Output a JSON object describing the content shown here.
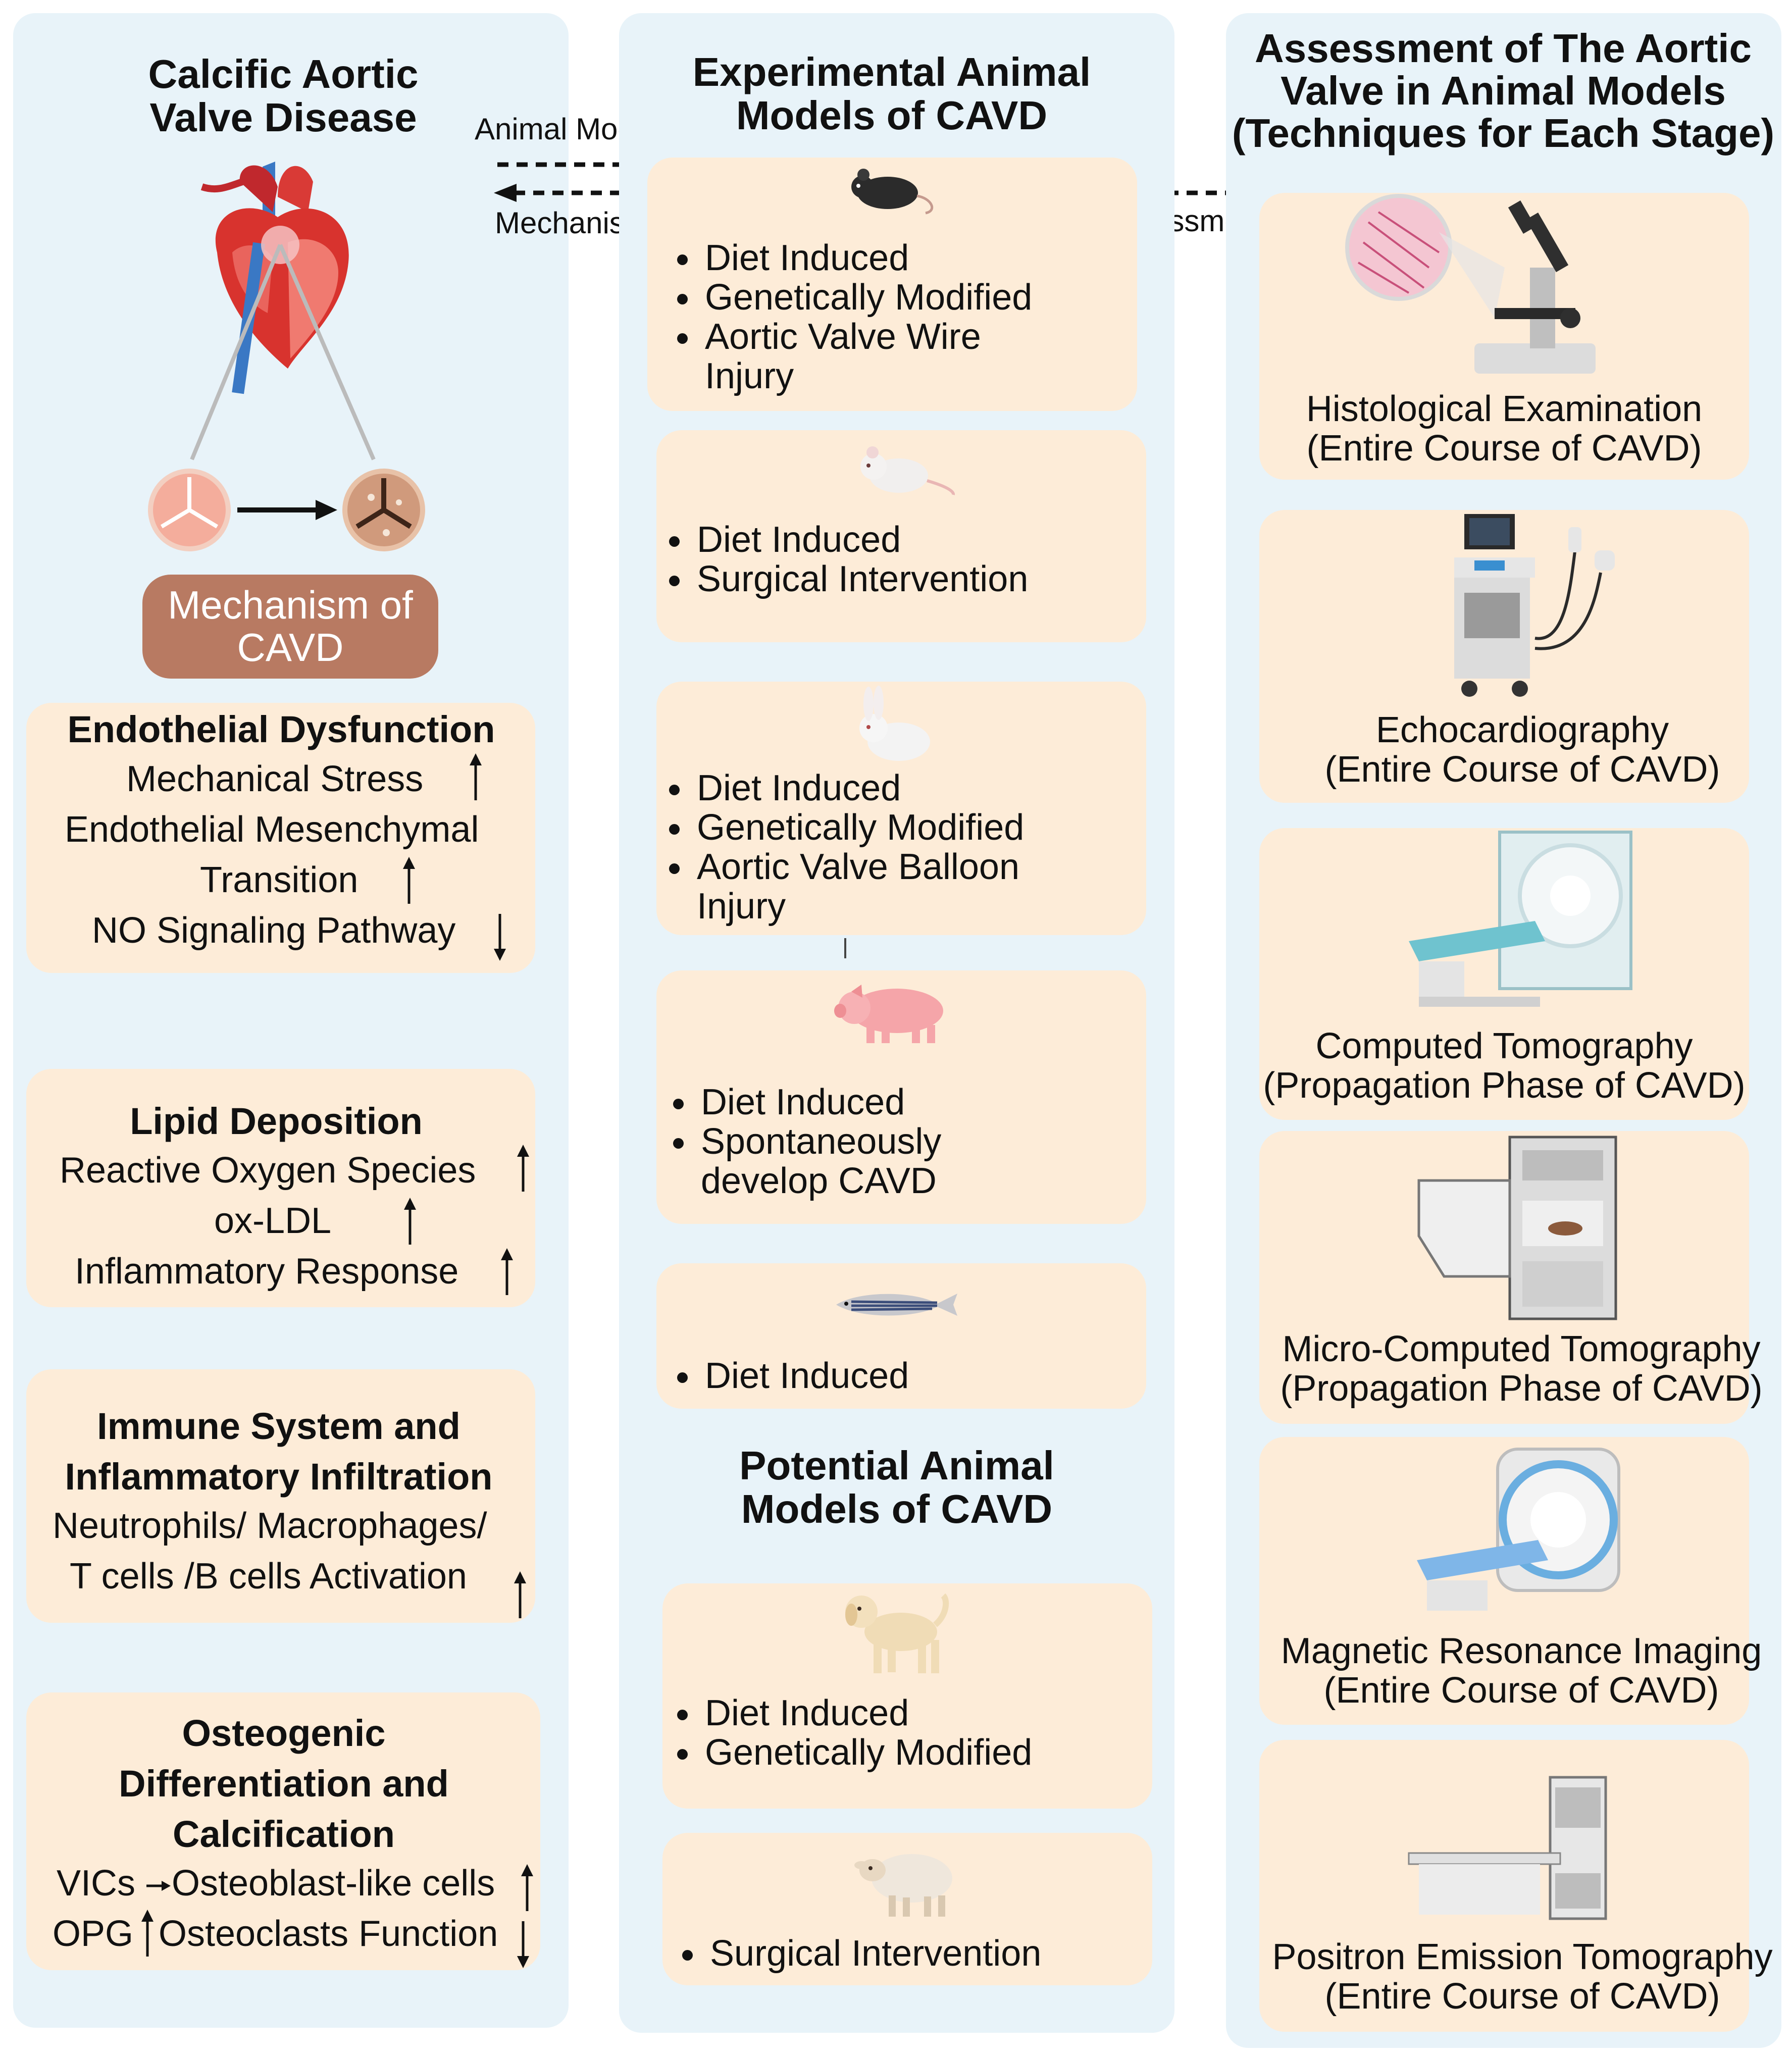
{
  "left": {
    "title_line1": "Calcific Aortic",
    "title_line2": "Valve Disease",
    "mechanism_label_line1": "Mechanism of",
    "mechanism_label_line2": "CAVD",
    "cards": [
      {
        "title": "Endothelial Dysfunction",
        "items": [
          "Mechanical Stress",
          "Endothelial Mesenchymal",
          "Transition",
          "NO Signaling Pathway"
        ]
      },
      {
        "title": "Lipid Deposition",
        "items": [
          "Reactive Oxygen Species",
          "ox-LDL",
          "Inflammatory Response"
        ]
      },
      {
        "title_line1": "Immune System and",
        "title_line2": "Inflammatory Infiltration",
        "items": [
          "Neutrophils/ Macrophages/",
          "T cells /B cells Activation"
        ]
      },
      {
        "title_line1": "Osteogenic",
        "title_line2": "Differentiation and",
        "title_line3": "Calcification",
        "items": [
          "VICs",
          "Osteoblast-like cells",
          "OPG",
          "Osteoclasts Function"
        ]
      }
    ]
  },
  "connectors": {
    "animal_models": "Animal Models",
    "mechanisms": "Mechanisms",
    "assessment": "Assessment"
  },
  "middle": {
    "title_line1": "Experimental Animal",
    "title_line2": "Models of CAVD",
    "experimental": [
      {
        "animal": "mouse-icon",
        "items": [
          "Diet Induced",
          "Genetically Modified",
          "Aortic Valve Wire",
          "Injury"
        ]
      },
      {
        "animal": "rat-icon",
        "items": [
          "Diet Induced",
          "Surgical Intervention"
        ]
      },
      {
        "animal": "rabbit-icon",
        "items": [
          "Diet Induced",
          "Genetically Modified",
          "Aortic Valve Balloon",
          "Injury"
        ]
      },
      {
        "animal": "pig-icon",
        "items": [
          "Diet Induced",
          "Spontaneously",
          "develop CAVD"
        ]
      },
      {
        "animal": "zebrafish-icon",
        "items": [
          "Diet Induced"
        ]
      }
    ],
    "potential_title_line1": "Potential Animal",
    "potential_title_line2": "Models of CAVD",
    "potential": [
      {
        "animal": "dog-icon",
        "items": [
          "Diet Induced",
          "Genetically Modified"
        ]
      },
      {
        "animal": "sheep-icon",
        "items": [
          "Surgical Intervention"
        ]
      }
    ]
  },
  "right": {
    "title_line1": "Assessment of The Aortic",
    "title_line2": "Valve in Animal Models",
    "title_line3": "(Techniques for Each Stage)",
    "techniques": [
      {
        "name": "Histological Examination",
        "stage": "(Entire Course of CAVD)",
        "icon": "microscope-icon"
      },
      {
        "name": "Echocardiography",
        "stage": "(Entire Course of CAVD)",
        "icon": "ultrasound-machine-icon"
      },
      {
        "name": "Computed Tomography",
        "stage": "(Propagation Phase of CAVD)",
        "icon": "ct-scanner-icon"
      },
      {
        "name": "Micro-Computed Tomography",
        "stage": "(Propagation Phase of CAVD)",
        "icon": "micro-ct-scanner-icon"
      },
      {
        "name": "Magnetic Resonance Imaging",
        "stage": "(Entire Course of CAVD)",
        "icon": "mri-scanner-icon"
      },
      {
        "name": "Positron Emission Tomography",
        "stage": "(Entire Course of CAVD)",
        "icon": "pet-scanner-icon"
      }
    ]
  },
  "colors": {
    "panel_bg": "#e8f3f9",
    "card_bg": "#fdecd8",
    "mechanism_bg": "#b87a62"
  }
}
